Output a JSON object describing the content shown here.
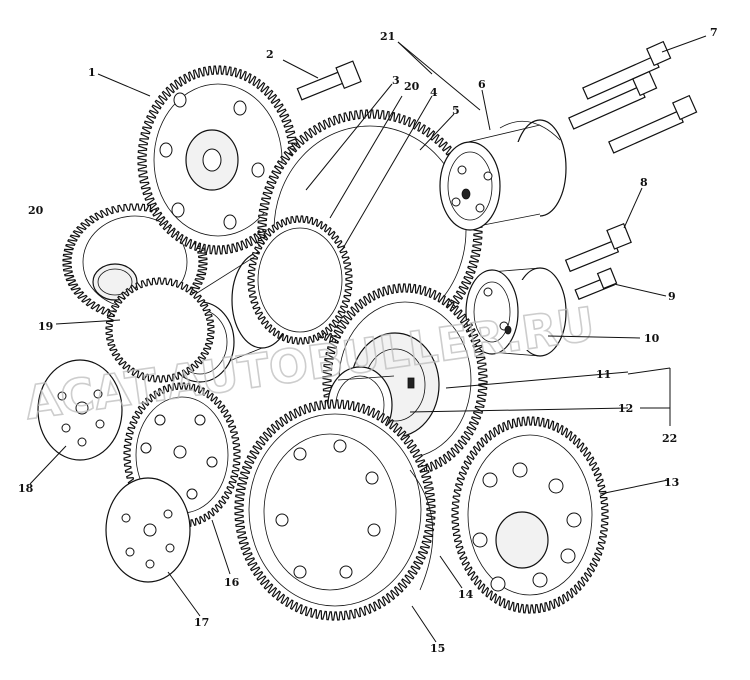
{
  "callouts": [
    "1",
    "2",
    "3",
    "4",
    "5",
    "6",
    "7",
    "8",
    "9",
    "10",
    "11",
    "12",
    "13",
    "14",
    "15",
    "16",
    "17",
    "18",
    "19",
    "20",
    "20",
    "21",
    "22"
  ],
  "watermark": "ACAT.AUTOBULLER.RU",
  "colors": {
    "ink": "#111111",
    "background": "#ffffff",
    "watermark": "#bdbdbd"
  }
}
